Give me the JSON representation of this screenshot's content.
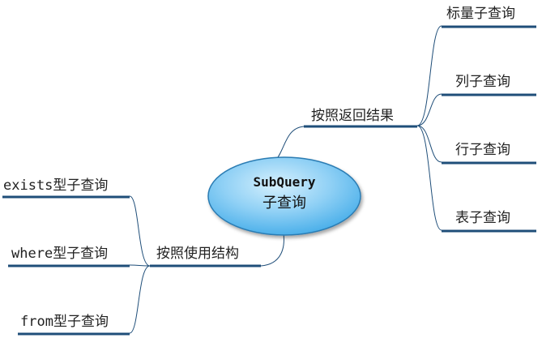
{
  "center": {
    "title": "SubQuery",
    "subtitle": "子查询"
  },
  "branches": {
    "by_result": {
      "label": "按照返回结果",
      "children": [
        "标量子查询",
        "列子查询",
        "行子查询",
        "表子查询"
      ]
    },
    "by_structure": {
      "label": "按照使用结构",
      "children": [
        {
          "keyword": "exists",
          "suffix": "型子查询"
        },
        {
          "keyword": "where",
          "suffix": "型子查询"
        },
        {
          "keyword": "from",
          "suffix": "型子查询"
        }
      ]
    }
  },
  "colors": {
    "node_fill_light": "#bfe6fb",
    "node_fill_dark": "#4cb0ea",
    "node_stroke": "#2b7cb3",
    "line": "#1f4e79"
  }
}
